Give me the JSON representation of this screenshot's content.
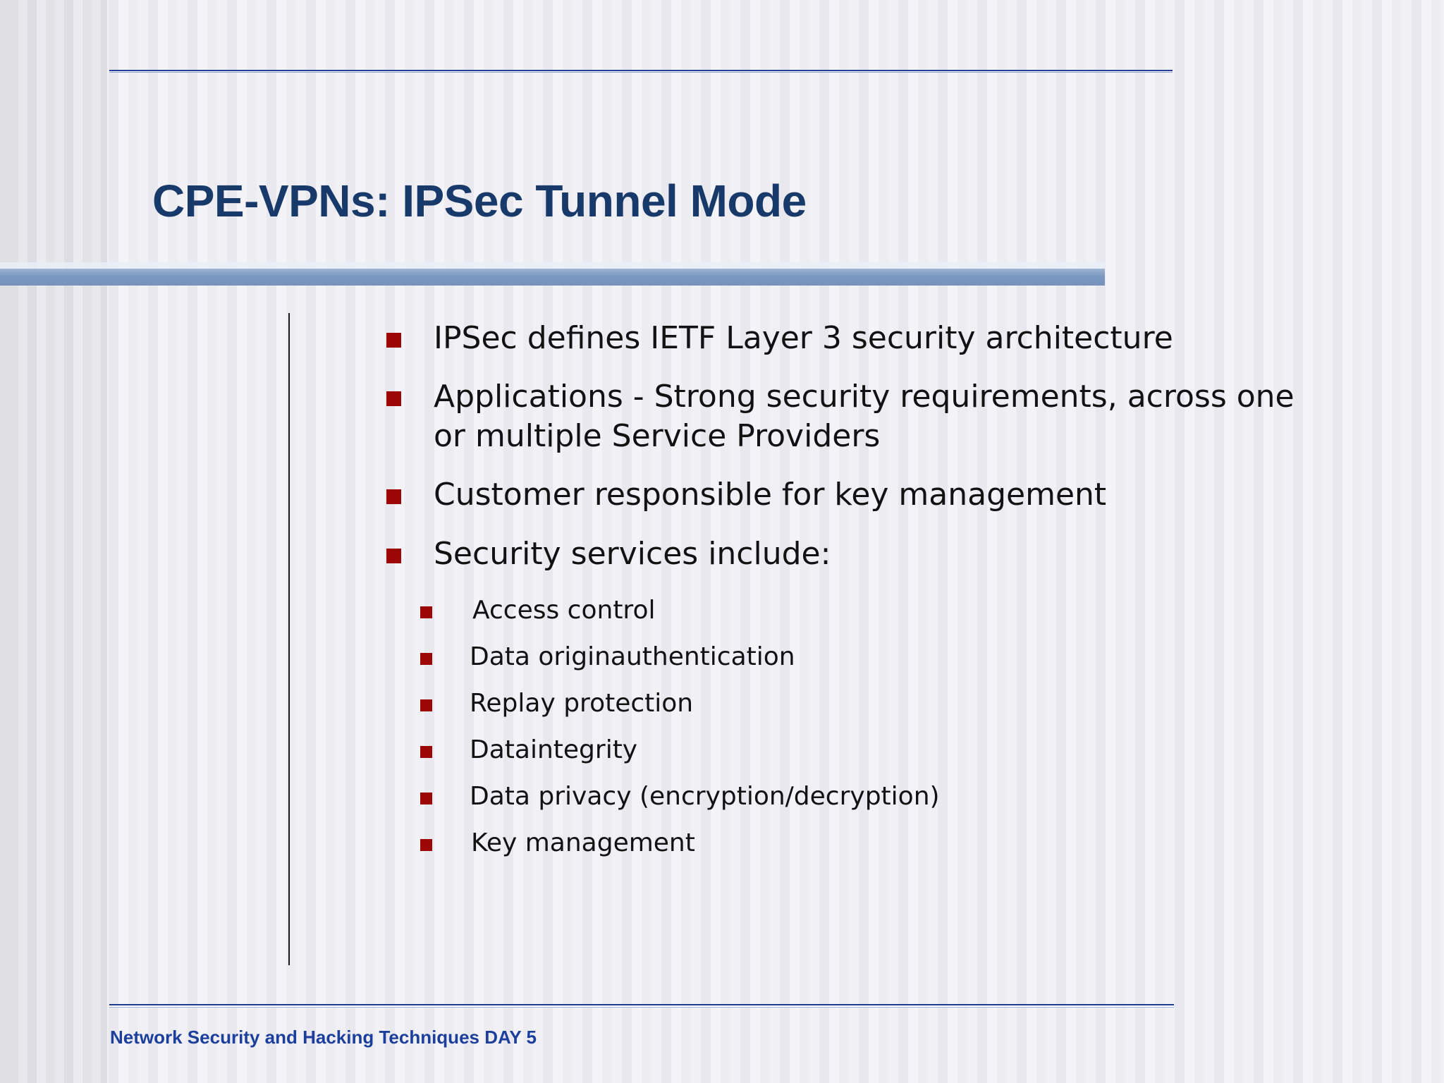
{
  "slide": {
    "title": "CPE-VPNs: IPSec Tunnel Mode",
    "footer": "Network Security and Hacking Techniques DAY 5",
    "colors": {
      "title_blue": "#183a6b",
      "footer_blue": "#1d3f9c",
      "accent_band": "#7b99c0",
      "bullet_red": "#9c0606",
      "rule_blue": "#25409a",
      "body_text": "#121212",
      "background": "#f1f0f4"
    },
    "bullets": [
      {
        "level": 1,
        "text": "IPSec defines IETF Layer 3 security architecture"
      },
      {
        "level": 1,
        "text": "Applications - Strong security requirements, across one or multiple Service Providers"
      },
      {
        "level": 1,
        "text": "Customer responsible for key management"
      },
      {
        "level": 1,
        "text": "Security services include:"
      }
    ],
    "sub_bullets": [
      {
        "level": 2,
        "text": "Access control"
      },
      {
        "level": 2,
        "text": "Data originauthentication"
      },
      {
        "level": 2,
        "text": "Replay protection"
      },
      {
        "level": 2,
        "text": "Dataintegrity"
      },
      {
        "level": 2,
        "text": "Data privacy (encryption/decryption)"
      },
      {
        "level": 2,
        "text": "Key management"
      }
    ]
  }
}
